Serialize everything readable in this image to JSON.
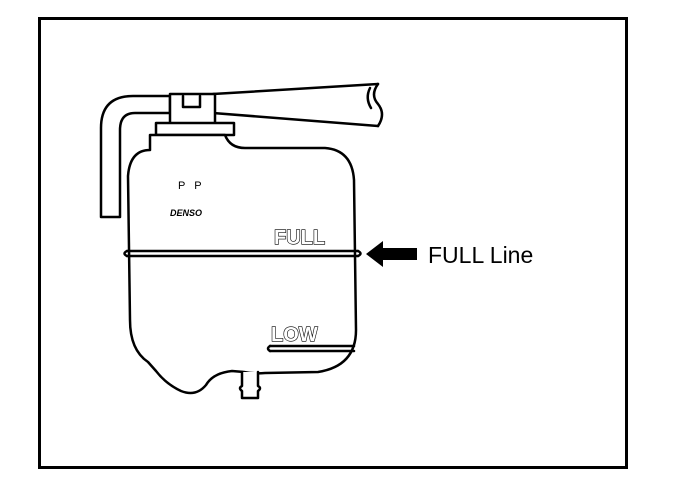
{
  "diagram": {
    "tank": {
      "material_mark": "P P",
      "brand": "DENSO",
      "full_mark": "FULL",
      "low_mark": "LOW"
    },
    "callout": {
      "label": "FULL Line",
      "arrow_icon": "arrow-left-icon"
    },
    "colors": {
      "line": "#000000",
      "background": "#ffffff"
    }
  }
}
